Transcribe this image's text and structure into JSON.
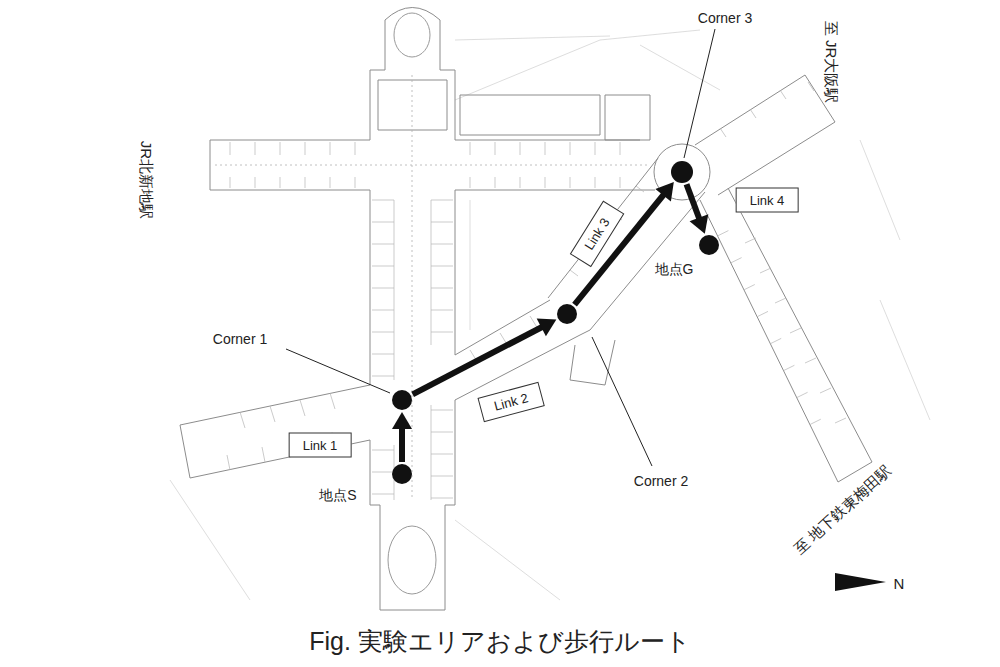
{
  "diagram": {
    "caption": "Fig. 実験エリアおよび歩行ルート",
    "nodes": [
      {
        "text": [
          "地点S"
        ]
      },
      {
        "text": [
          "Corner 1"
        ]
      },
      {
        "text": [
          "Corner 2"
        ]
      },
      {
        "text": [
          "Corner 3"
        ]
      },
      {
        "text": [
          "地点G"
        ]
      },
      {
        "text": [
          "Link 1"
        ]
      },
      {
        "text": [
          "Link 2"
        ]
      },
      {
        "text": [
          "Link 3"
        ]
      },
      {
        "text": [
          "Link 4"
        ]
      }
    ],
    "edges": [
      {
        "from": 0,
        "to": 1,
        "arrow": "to"
      },
      {
        "from": 1,
        "to": 2,
        "arrow": "to"
      },
      {
        "from": 2,
        "to": 3,
        "arrow": "to"
      },
      {
        "from": 3,
        "to": 4,
        "arrow": "to"
      }
    ],
    "labels": [
      "JR北新地駅",
      "至 JR大阪駅",
      "至 地下鉄東梅田駅",
      "N"
    ]
  }
}
